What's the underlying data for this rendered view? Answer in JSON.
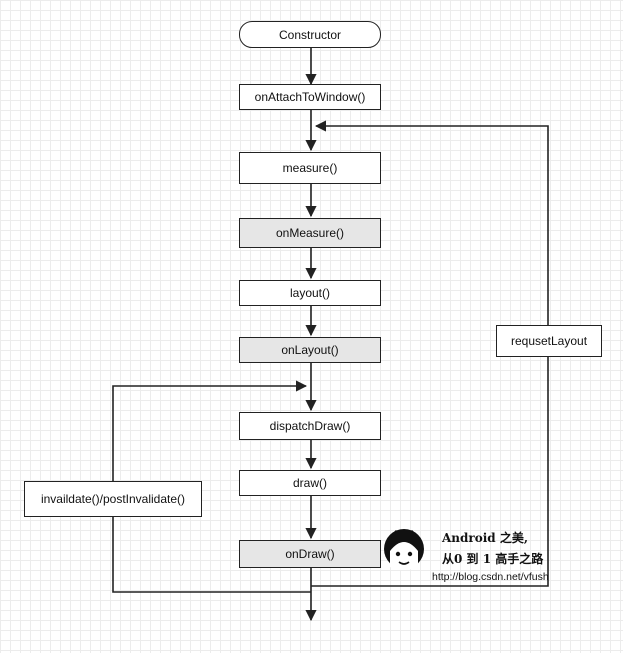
{
  "nodes": {
    "constructor": "Constructor",
    "on_attach": "onAttachToWindow()",
    "measure": "measure()",
    "on_measure": "onMeasure()",
    "layout": "layout()",
    "on_layout": "onLayout()",
    "dispatch_draw": "dispatchDraw()",
    "draw": "draw()",
    "on_draw": "onDraw()",
    "invalidate": "invaildate()/postInvalidate()",
    "request_layout": "requsetLayout"
  },
  "watermark": {
    "line1": "Android 之美,",
    "line2": "从0 到 1 高手之路",
    "url": "http://blog.csdn.net/vfush"
  },
  "colors": {
    "line": "#222222",
    "shaded_box": "#e6e6e6"
  }
}
